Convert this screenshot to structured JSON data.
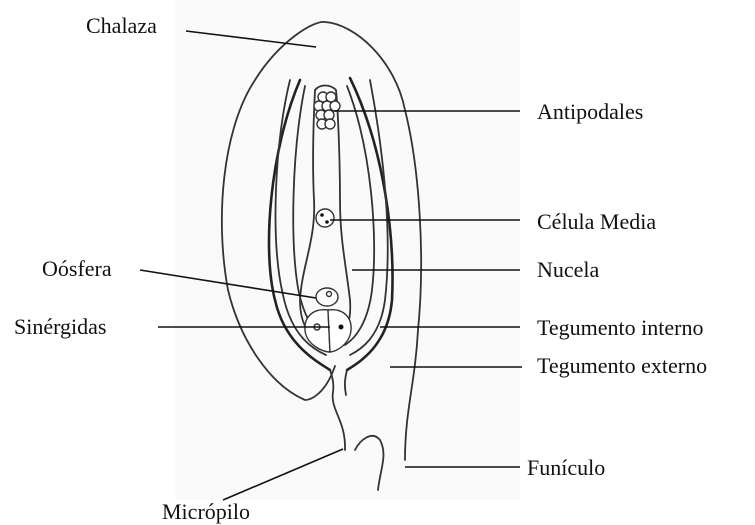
{
  "labels": {
    "chalaza": "Chalaza",
    "antipodales": "Antipodales",
    "celula_media": "Célula Media",
    "oosfera": "Oósfera",
    "nucela": "Nucela",
    "sinergidas": "Sinérgidas",
    "tegumento_interno": "Tegumento interno",
    "tegumento_externo": "Tegumento externo",
    "funiculo": "Funículo",
    "micropilo": "Micrópilo"
  }
}
